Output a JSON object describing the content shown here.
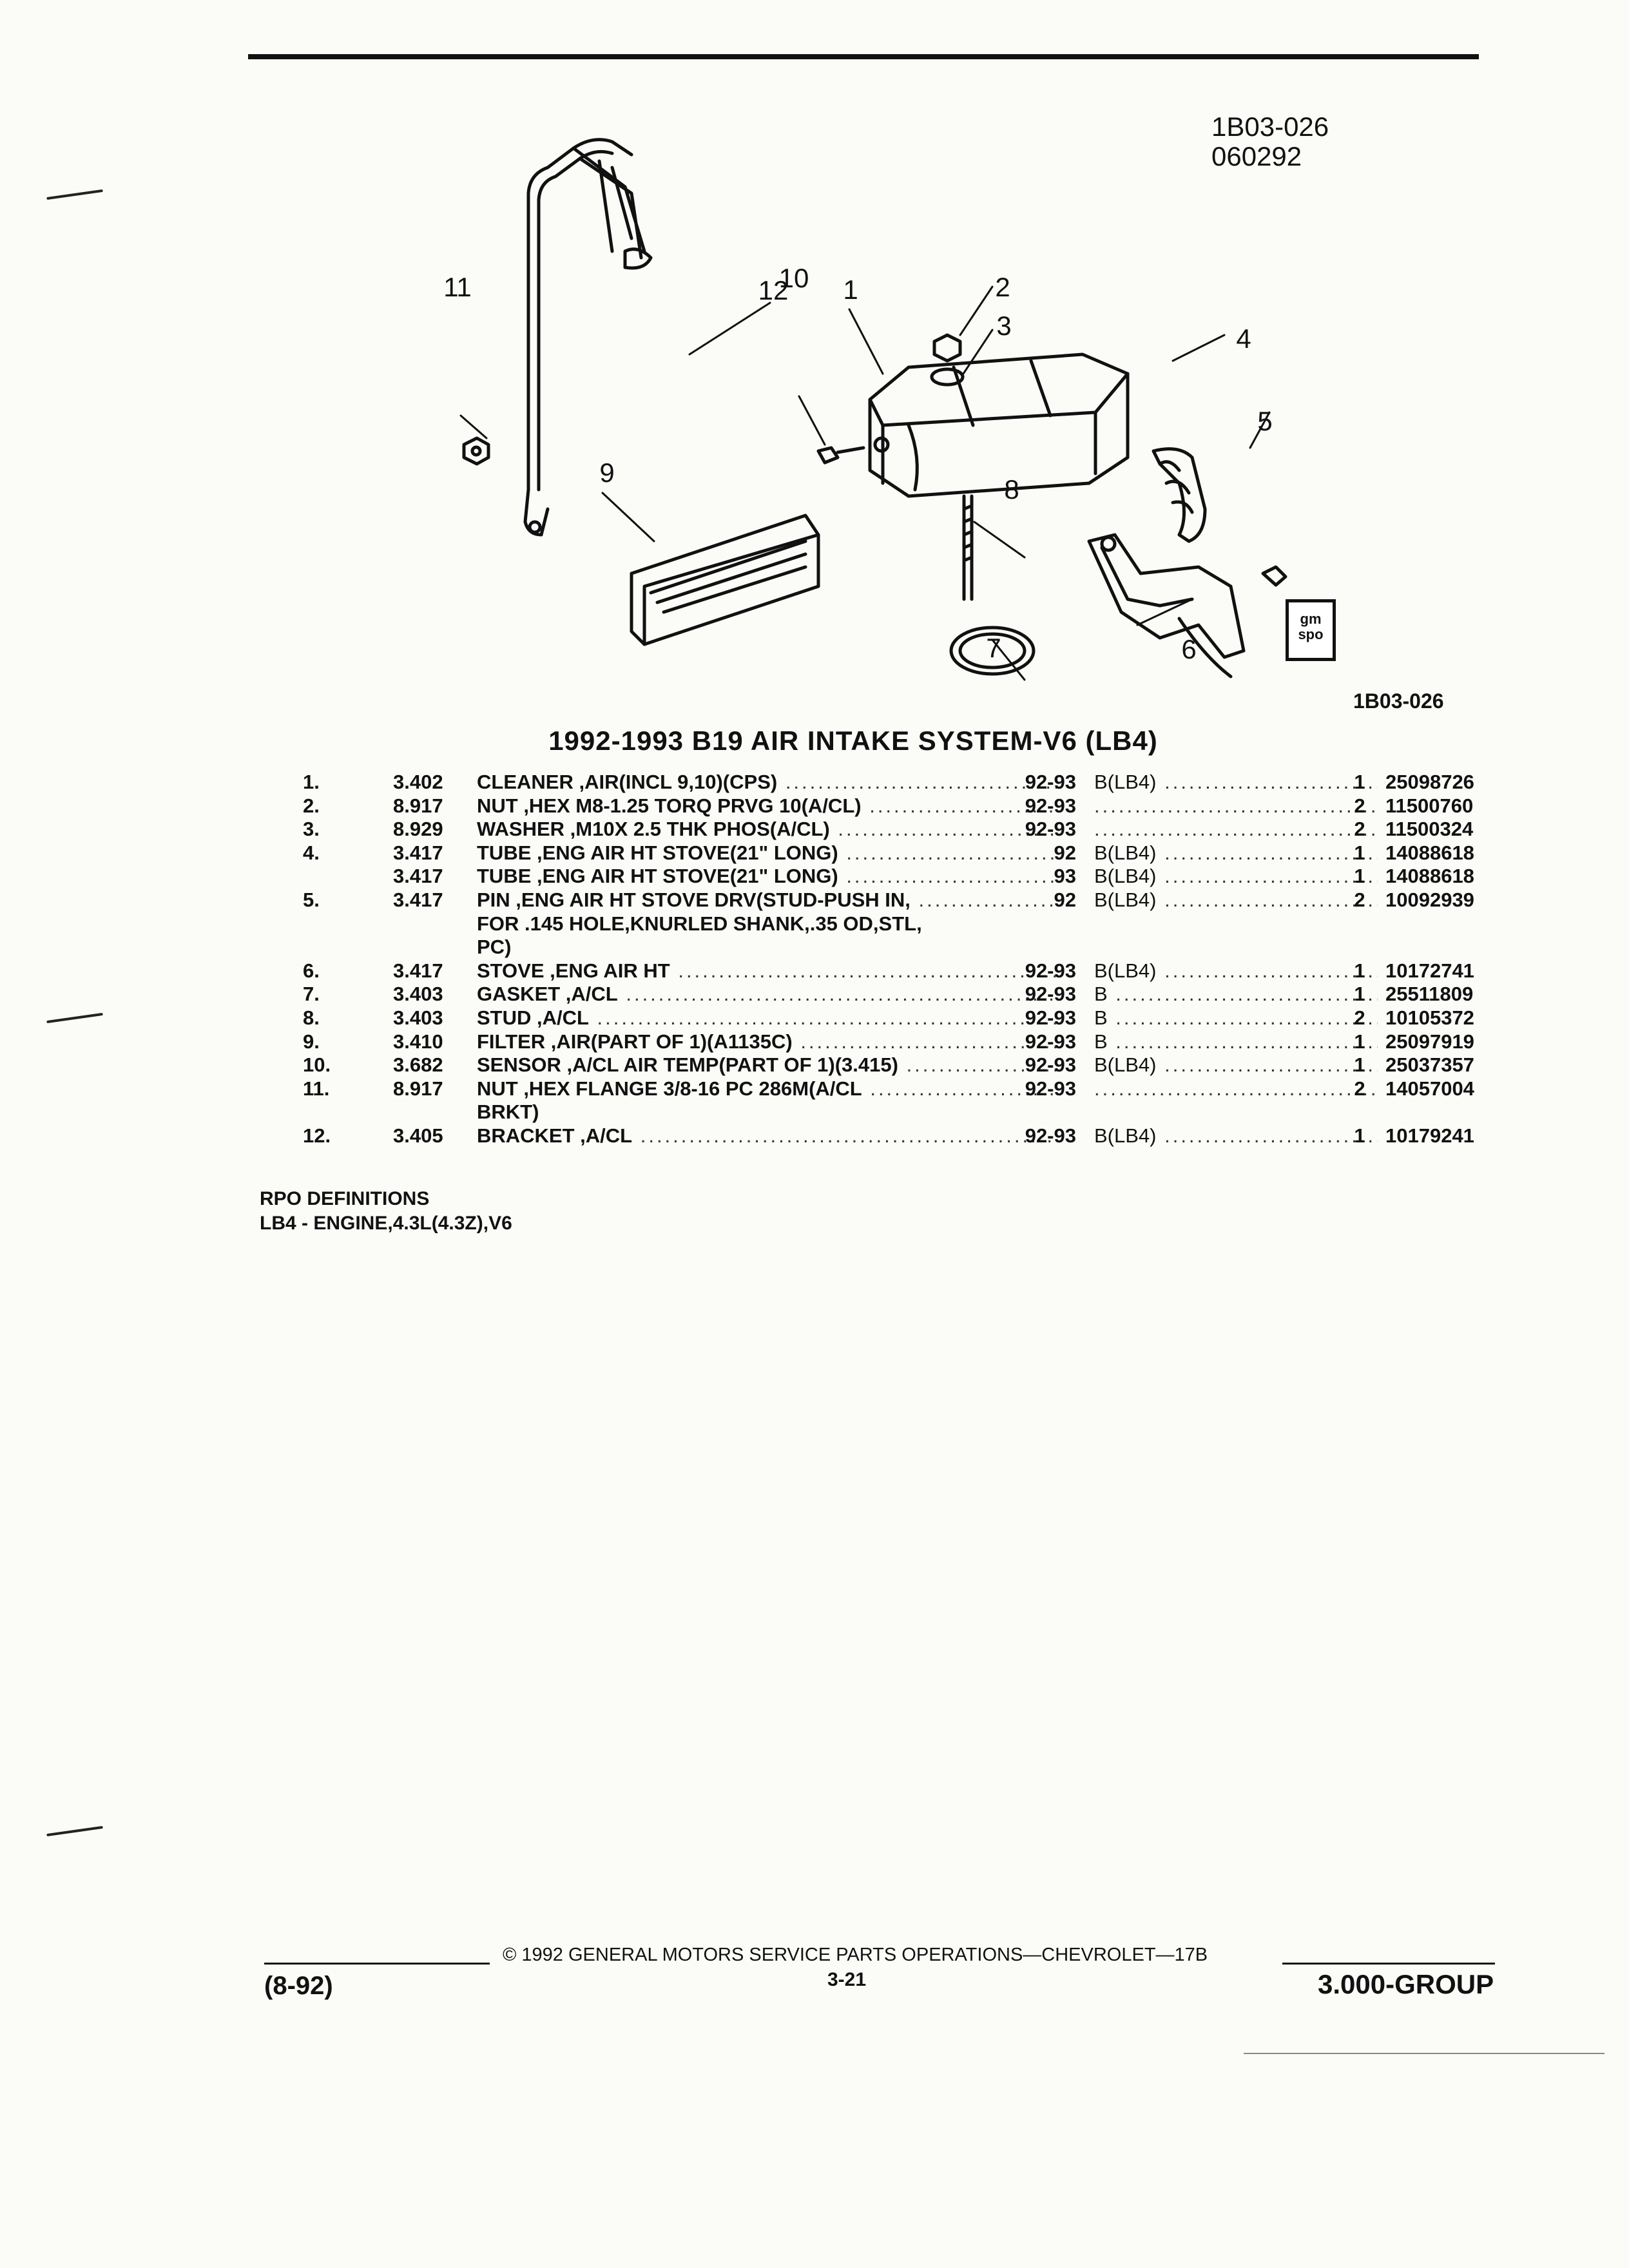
{
  "header": {
    "ref_line1": "1B03-026",
    "ref_line2": "060292"
  },
  "figure": {
    "callouts": [
      "1",
      "2",
      "3",
      "4",
      "5",
      "6",
      "7",
      "8",
      "9",
      "10",
      "11",
      "12"
    ],
    "id": "1B03-026",
    "logo_text": "gm spo"
  },
  "title": "1992-1993 B19 AIR INTAKE SYSTEM-V6 (LB4)",
  "parts": [
    {
      "num": "1.",
      "group": "3.402",
      "desc": "CLEANER ,AIR(INCL 9,10)(CPS)",
      "years": "92-93",
      "app": "B(LB4)",
      "qty": "1",
      "pn": "25098726"
    },
    {
      "num": "2.",
      "group": "8.917",
      "desc": "NUT ,HEX M8-1.25 TORQ PRVG 10(A/CL)",
      "years": "92-93",
      "app": "",
      "qty": "2",
      "pn": "11500760"
    },
    {
      "num": "3.",
      "group": "8.929",
      "desc": "WASHER ,M10X 2.5 THK PHOS(A/CL)",
      "years": "92-93",
      "app": "",
      "qty": "2",
      "pn": "11500324"
    },
    {
      "num": "4.",
      "group": "3.417",
      "desc": "TUBE ,ENG AIR HT STOVE(21\" LONG)",
      "years": "92",
      "app": "B(LB4)",
      "qty": "1",
      "pn": "14088618"
    },
    {
      "num": "",
      "group": "3.417",
      "desc": "TUBE ,ENG AIR HT STOVE(21\" LONG)",
      "years": "93",
      "app": "B(LB4)",
      "qty": "1",
      "pn": "14088618"
    },
    {
      "num": "5.",
      "group": "3.417",
      "desc": "PIN ,ENG AIR HT STOVE DRV(STUD-PUSH IN,",
      "years": "92",
      "app": "B(LB4)",
      "qty": "2",
      "pn": "10092939"
    },
    {
      "num": "",
      "group": "",
      "desc": "FOR .145 HOLE,KNURLED SHANK,.35 OD,STL,",
      "years": "",
      "app": "",
      "qty": "",
      "pn": ""
    },
    {
      "num": "",
      "group": "",
      "desc": "PC)",
      "years": "",
      "app": "",
      "qty": "",
      "pn": ""
    },
    {
      "num": "6.",
      "group": "3.417",
      "desc": "STOVE ,ENG AIR HT",
      "years": "92-93",
      "app": "B(LB4)",
      "qty": "1",
      "pn": "10172741"
    },
    {
      "num": "7.",
      "group": "3.403",
      "desc": "GASKET ,A/CL",
      "years": "92-93",
      "app": "B",
      "qty": "1",
      "pn": "25511809"
    },
    {
      "num": "8.",
      "group": "3.403",
      "desc": "STUD ,A/CL",
      "years": "92-93",
      "app": "B",
      "qty": "2",
      "pn": "10105372"
    },
    {
      "num": "9.",
      "group": "3.410",
      "desc": "FILTER ,AIR(PART OF 1)(A1135C)",
      "years": "92-93",
      "app": "B",
      "qty": "1",
      "pn": "25097919"
    },
    {
      "num": "10.",
      "group": "3.682",
      "desc": "SENSOR ,A/CL AIR TEMP(PART OF 1)(3.415)",
      "years": "92-93",
      "app": "B(LB4)",
      "qty": "1",
      "pn": "25037357"
    },
    {
      "num": "11.",
      "group": "8.917",
      "desc": "NUT ,HEX FLANGE 3/8-16 PC 286M(A/CL",
      "years": "92-93",
      "app": "",
      "qty": "2",
      "pn": "14057004"
    },
    {
      "num": "",
      "group": "",
      "desc": "BRKT)",
      "years": "",
      "app": "",
      "qty": "",
      "pn": ""
    },
    {
      "num": "12.",
      "group": "3.405",
      "desc": "BRACKET ,A/CL",
      "years": "92-93",
      "app": "B(LB4)",
      "qty": "1",
      "pn": "10179241"
    }
  ],
  "rpo": {
    "heading": "RPO DEFINITIONS",
    "line": "LB4 - ENGINE,4.3L(4.3Z),V6"
  },
  "footer": {
    "copyright": "© 1992 GENERAL MOTORS SERVICE PARTS OPERATIONS—CHEVROLET—17B",
    "page": "3-21",
    "date_code": "(8-92)",
    "group": "3.000-GROUP"
  }
}
